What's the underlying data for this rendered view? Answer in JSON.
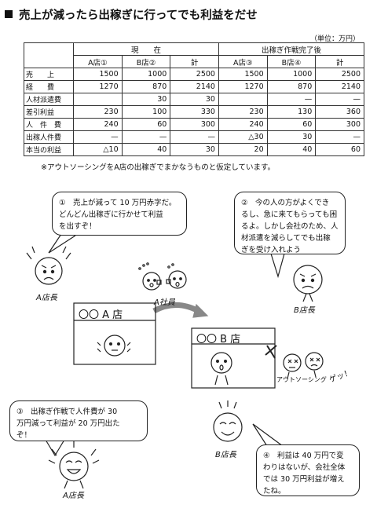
{
  "title": "売上が減ったら出稼ぎに行ってでも利益をだせ",
  "unit_note": "（単位：万円）",
  "table": {
    "group_headers": [
      "現　　在",
      "出稼ぎ作戦完了後"
    ],
    "sub_headers": [
      "A店①",
      "B店②",
      "計",
      "A店③",
      "B店④",
      "計"
    ],
    "rows": [
      {
        "label": "売　　上",
        "values": [
          "1500",
          "1000",
          "2500",
          "1500",
          "1000",
          "2500"
        ]
      },
      {
        "label": "経　　費",
        "values": [
          "1270",
          "870",
          "2140",
          "1270",
          "870",
          "2140"
        ]
      },
      {
        "label": "人材派遣費",
        "values": [
          "",
          "30",
          "30",
          "",
          "—",
          "—"
        ]
      },
      {
        "label": "差引利益",
        "values": [
          "230",
          "100",
          "330",
          "230",
          "130",
          "360"
        ]
      },
      {
        "label": "人　件　費",
        "values": [
          "240",
          "60",
          "300",
          "240",
          "60",
          "300"
        ]
      },
      {
        "label": "出稼人件費",
        "values": [
          "—",
          "—",
          "—",
          "△30",
          "30",
          "—"
        ]
      },
      {
        "label": "本当の利益",
        "values": [
          "△10",
          "40",
          "30",
          "20",
          "40",
          "60"
        ]
      }
    ]
  },
  "note": "※アウトソーシングをA店の出稼ぎでまかなうものと仮定しています。",
  "bubbles": {
    "b1": "①　売上が減って 10 万円赤字だ。\nどんどん出稼ぎに行かせて利益\nを出すぞ！",
    "b2": "②　今の人の方がよくでき\nるし、急に来てもらっても困\nるよ。しかし会社のため、人\n材派遣を減らしてでも出稼\nぎを受け入れよう",
    "b3": "③　出稼ぎ作戦で人件費が 30\n万円減って利益が 20 万円出た\nぞ！",
    "b4": "④　利益は 40 万円で変\nわりはないが、会社全体\nでは 30 万円利益が増え\nたね。"
  },
  "labels": {
    "a_manager_1": "A店長",
    "a_staff": "A社員",
    "b_manager_1": "B店長",
    "a_store": "〇〇 A 店",
    "b_store": "〇〇 B 店",
    "outsourcing": "アウトソーシング",
    "getto": "ゲッ！",
    "b_manager_2": "B店長",
    "a_manager_2": "A店長"
  }
}
